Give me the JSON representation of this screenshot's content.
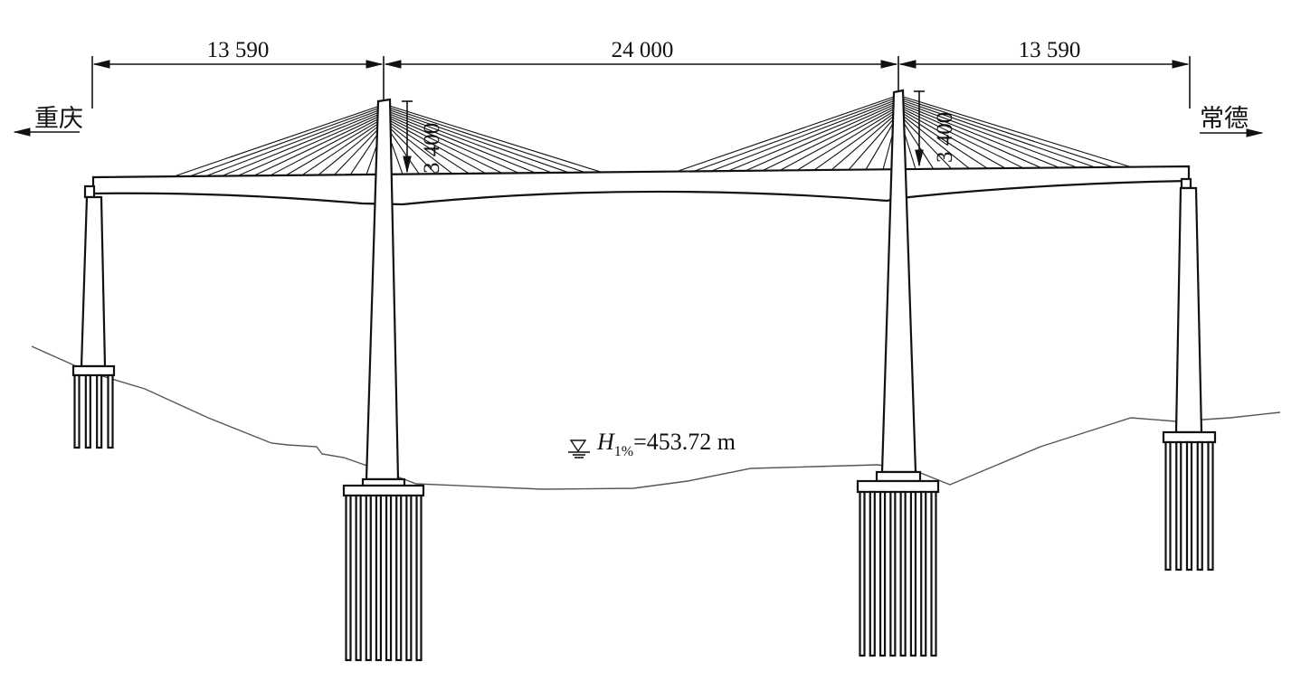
{
  "dimensions": {
    "left_span": "13 590",
    "main_span": "24 000",
    "right_span": "13 590",
    "left_pylon_height": "3 400",
    "right_pylon_height": "3 400"
  },
  "directions": {
    "left": "重庆",
    "right": "常德"
  },
  "water_level": {
    "symbol": "H",
    "subscript": "1%",
    "value": "=453.72 m"
  },
  "colors": {
    "line": "#111111",
    "ground": "#555555"
  }
}
